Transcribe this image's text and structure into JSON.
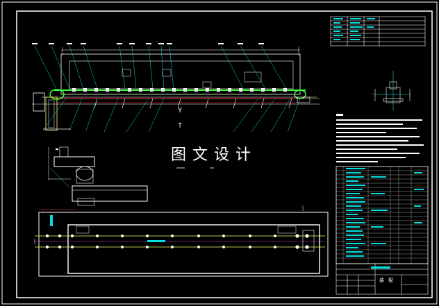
{
  "watermark": {
    "text": "图文设计"
  },
  "view_marks": {
    "top": "Y",
    "arrow": "↑"
  },
  "title_block": {
    "scale_label": "装 配"
  },
  "colors": {
    "background": "#000000",
    "line": "#ffffff",
    "accent_green": "#3cff3c",
    "accent_cyan": "#00e0e0",
    "accent_red": "#ff3030",
    "accent_yellow": "#ffff60",
    "accent_magenta": "#ff40ff"
  }
}
